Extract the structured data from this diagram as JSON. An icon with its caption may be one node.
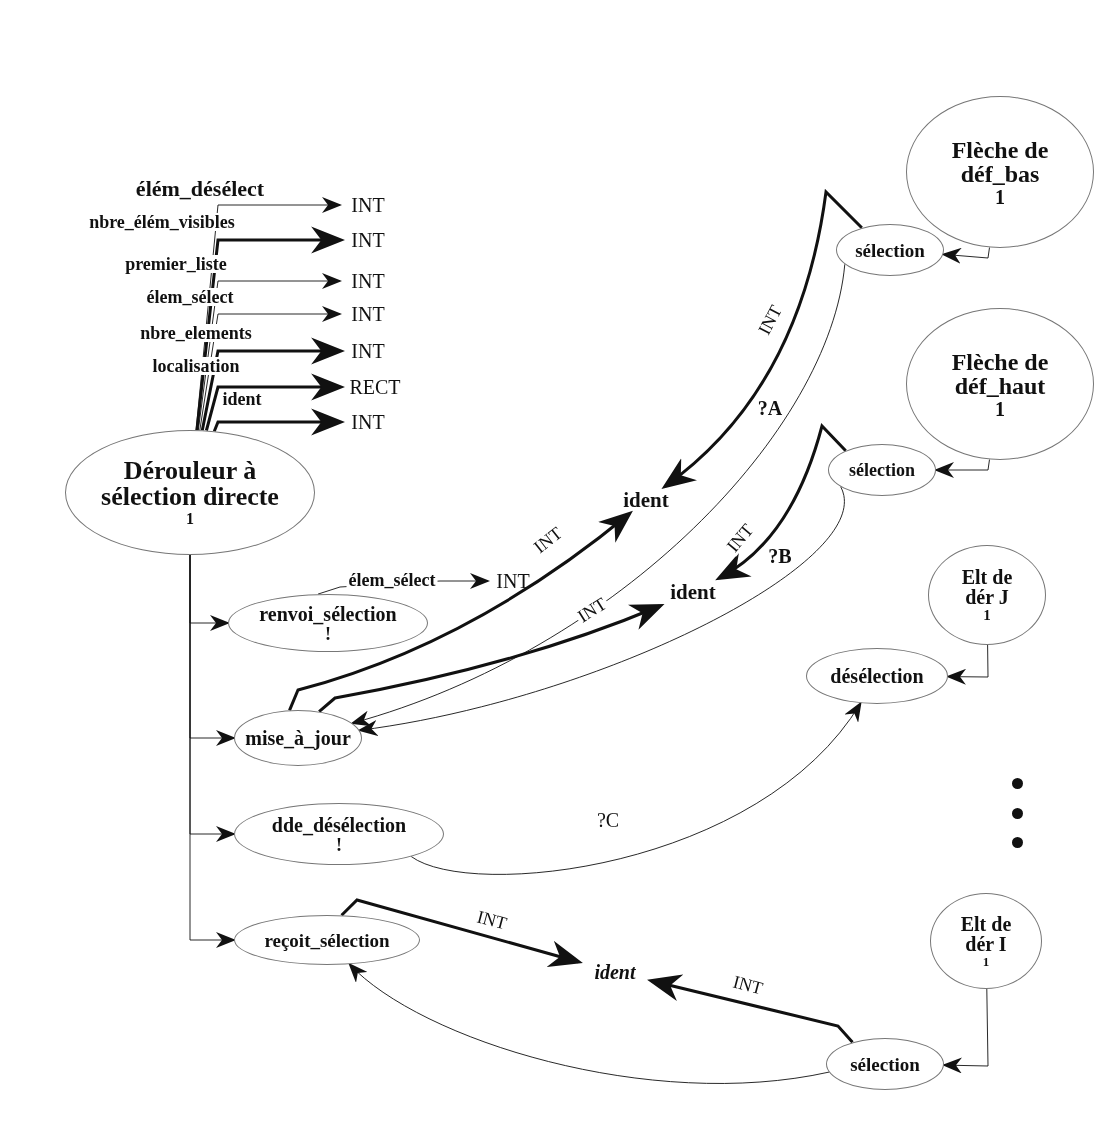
{
  "diagram": {
    "nodes": [
      {
        "text": [
          "Dérouleur à sélection directe",
          "1"
        ]
      },
      {
        "text": [
          "INT"
        ]
      },
      {
        "text": [
          "INT"
        ]
      },
      {
        "text": [
          "INT"
        ]
      },
      {
        "text": [
          "INT"
        ]
      },
      {
        "text": [
          "INT"
        ]
      },
      {
        "text": [
          "RECT"
        ]
      },
      {
        "text": [
          "INT"
        ]
      },
      {
        "text": [
          "renvoi_sélection",
          "!"
        ]
      },
      {
        "text": [
          "mise_à_jour"
        ]
      },
      {
        "text": [
          "dde_désélection",
          "!"
        ]
      },
      {
        "text": [
          "reçoit_sélection"
        ]
      },
      {
        "text": [
          "INT"
        ]
      },
      {
        "text": [
          "Flèche de déf_bas",
          "1"
        ]
      },
      {
        "text": [
          "sélection"
        ]
      },
      {
        "text": [
          "Flèche de déf_haut",
          "1"
        ]
      },
      {
        "text": [
          "sélection"
        ]
      },
      {
        "text": [
          "ident"
        ]
      },
      {
        "text": [
          "ident"
        ]
      },
      {
        "text": [
          "Elt de dér J",
          "1"
        ]
      },
      {
        "text": [
          "désélection"
        ]
      },
      {
        "text": [
          "Elt de dér I",
          "1"
        ]
      },
      {
        "text": [
          "ident"
        ]
      },
      {
        "text": [
          "sélection"
        ]
      }
    ],
    "edges": [
      {
        "from": 0,
        "to": 1,
        "arrow": "to",
        "label": "élém_désélect"
      },
      {
        "from": 0,
        "to": 2,
        "arrow": "to",
        "label": "nbre_élém_visibles",
        "style": "thick"
      },
      {
        "from": 0,
        "to": 3,
        "arrow": "to",
        "label": "premier_liste"
      },
      {
        "from": 0,
        "to": 4,
        "arrow": "to",
        "label": "élem_sélect"
      },
      {
        "from": 0,
        "to": 5,
        "arrow": "to",
        "label": "nbre_elements",
        "style": "thick"
      },
      {
        "from": 0,
        "to": 6,
        "arrow": "to",
        "label": "localisation",
        "style": "thick"
      },
      {
        "from": 0,
        "to": 7,
        "arrow": "to",
        "label": "ident",
        "style": "thick"
      },
      {
        "from": 0,
        "to": 8,
        "arrow": "to"
      },
      {
        "from": 0,
        "to": 9,
        "arrow": "to"
      },
      {
        "from": 0,
        "to": 10,
        "arrow": "to"
      },
      {
        "from": 0,
        "to": 11,
        "arrow": "to"
      },
      {
        "from": 8,
        "to": 12,
        "arrow": "to",
        "label": "élem_sélect"
      },
      {
        "from": 9,
        "to": 17,
        "arrow": "to",
        "label": "INT",
        "style": "thick"
      },
      {
        "from": 9,
        "to": 18,
        "arrow": "to",
        "label": "INT",
        "style": "thick"
      },
      {
        "from": 14,
        "to": 17,
        "arrow": "to",
        "label": "INT",
        "style": "thick"
      },
      {
        "from": 14,
        "to": 9,
        "arrow": "to",
        "label": "?A"
      },
      {
        "from": 16,
        "to": 18,
        "arrow": "to",
        "label": "INT",
        "style": "thick"
      },
      {
        "from": 16,
        "to": 9,
        "arrow": "to",
        "label": "?B"
      },
      {
        "from": 13,
        "to": 14,
        "arrow": "to"
      },
      {
        "from": 15,
        "to": 16,
        "arrow": "to"
      },
      {
        "from": 19,
        "to": 20,
        "arrow": "to"
      },
      {
        "from": 10,
        "to": 20,
        "arrow": "to",
        "label": "?C"
      },
      {
        "from": 21,
        "to": 23,
        "arrow": "to"
      },
      {
        "from": 11,
        "to": 22,
        "arrow": "to",
        "label": "INT",
        "style": "thick"
      },
      {
        "from": 23,
        "to": 22,
        "arrow": "to",
        "label": "INT",
        "style": "thick"
      },
      {
        "from": 23,
        "to": 11,
        "arrow": "to"
      }
    ]
  }
}
